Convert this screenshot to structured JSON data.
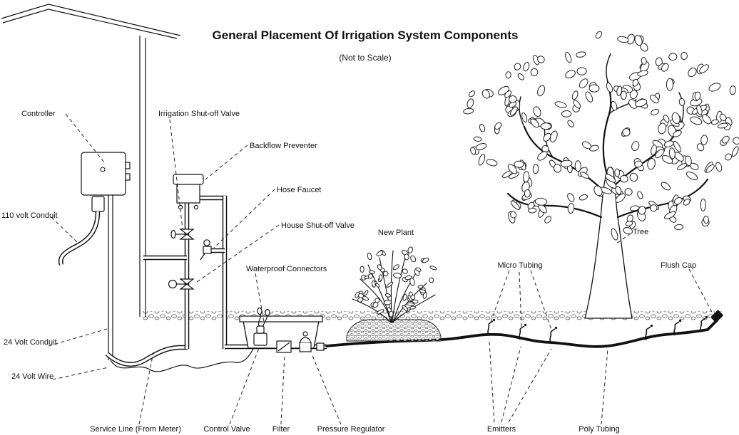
{
  "title": "General Placement Of Irrigation System Components",
  "subtitle": "(Not to Scale)",
  "labels": {
    "controller": "Controller",
    "irrigation_shutoff": "Irrigation Shut-off Valve",
    "backflow_preventer": "Backflow Preventer",
    "hose_faucet": "Hose Faucet",
    "house_shutoff": "House Shut-off Valve",
    "new_plant": "New Plant",
    "waterproof_connectors": "Waterproof Connectors",
    "micro_tubing": "Micro Tubing",
    "tree": "Tree",
    "flush_cap": "Flush Cap",
    "volt110_conduit": "110 volt Conduit",
    "volt24_conduit": "24 Volt Conduit",
    "volt24_wire": "24 Volt Wire",
    "service_line": "Service Line (From Meter)",
    "control_valve": "Control Valve",
    "filter": "Filter",
    "pressure_regulator": "Pressure Regulator",
    "emitters": "Emitters",
    "poly_tubing": "Poly Tubing"
  }
}
